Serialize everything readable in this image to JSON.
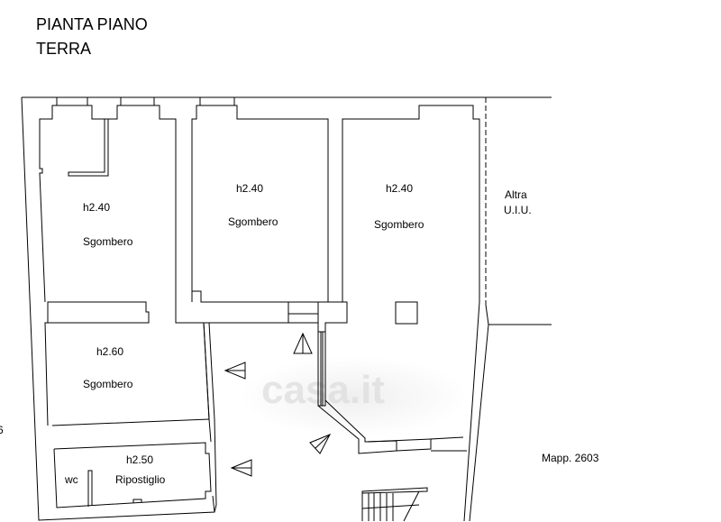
{
  "title": {
    "line1": "PIANTA PIANO",
    "line2": "TERRA"
  },
  "rooms": [
    {
      "height": "h2.40",
      "name": "Sgombero"
    },
    {
      "height": "h2.40",
      "name": "Sgombero"
    },
    {
      "height": "h2.40",
      "name": "Sgombero"
    },
    {
      "height": "h2.60",
      "name": "Sgombero"
    },
    {
      "height": "h2.50",
      "name": "Ripostiglio"
    }
  ],
  "wc": "wc",
  "other": {
    "line1": "Altra",
    "line2": "U.I.U."
  },
  "mapp": "Mapp. 2603",
  "edge_mark": "6",
  "watermark": "casa.it"
}
